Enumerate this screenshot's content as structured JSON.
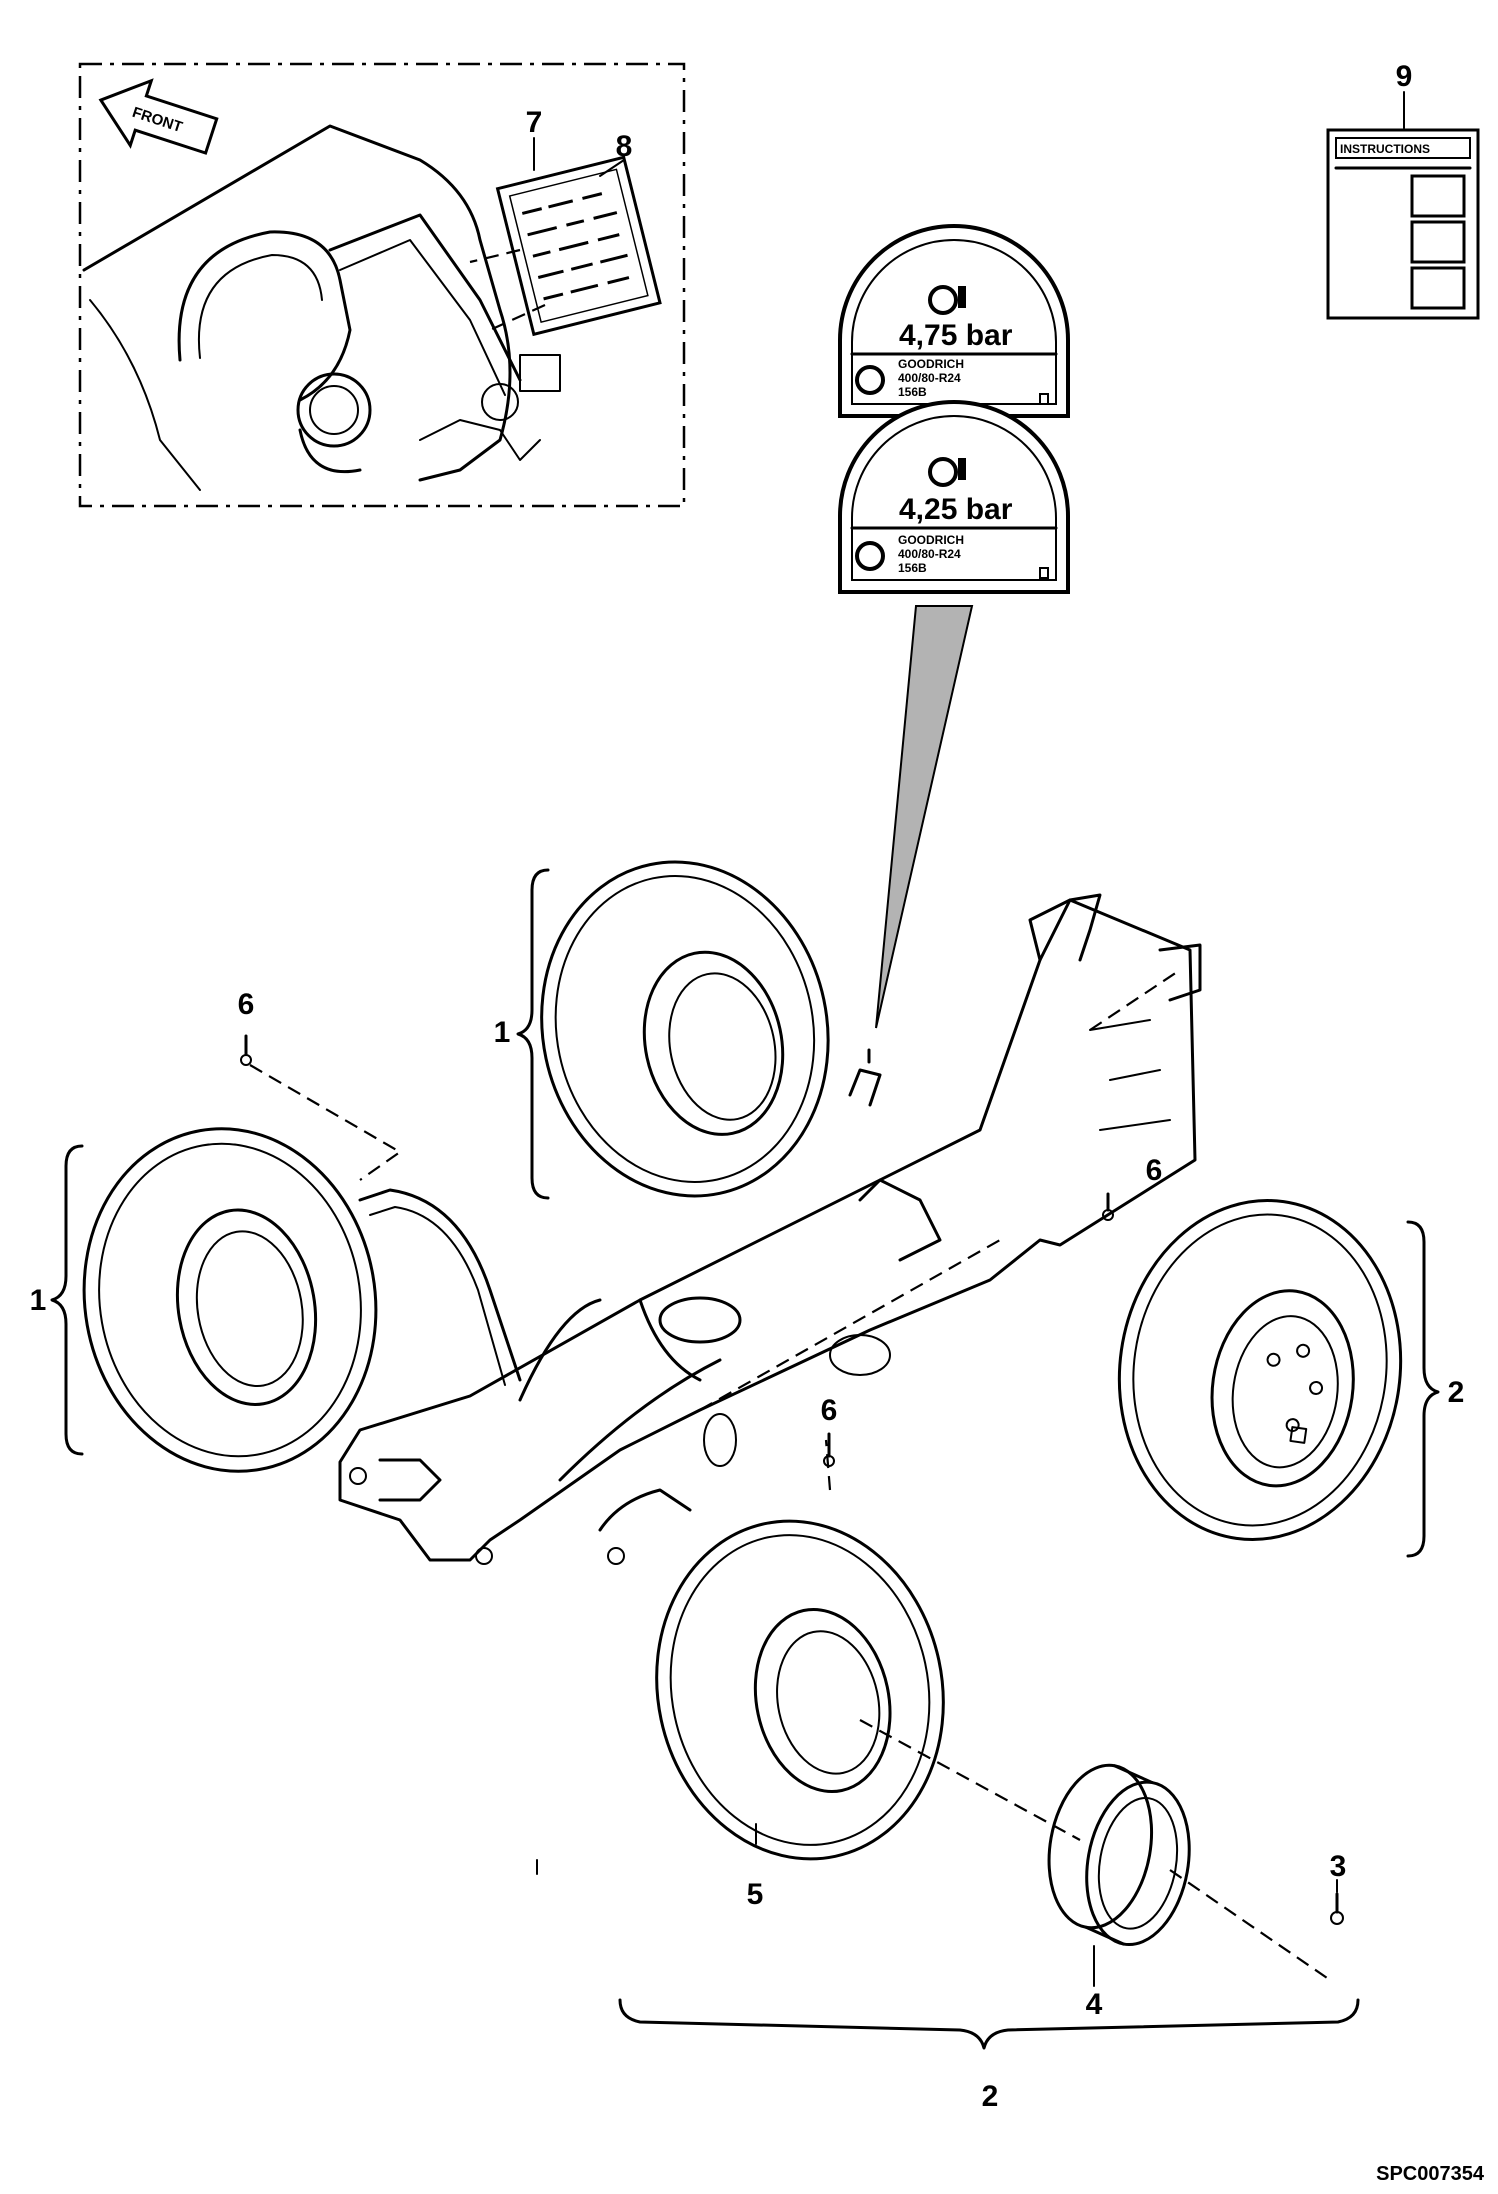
{
  "callouts": {
    "c1_upper": "1",
    "c1_left": "1",
    "c2_right": "2",
    "c2_bottom": "2",
    "c3": "3",
    "c4": "4",
    "c5": "5",
    "c6_top": "6",
    "c6_right": "6",
    "c6_mid": "6",
    "c7": "7",
    "c8": "8",
    "c9": "9"
  },
  "decals": {
    "front_arrow_text": "FRONT",
    "instructions_title": "INSTRUCTIONS",
    "tire_label_rear": {
      "pressure": "4,75 bar",
      "line1": "GOODRICH",
      "line2": "400/80-R24",
      "line3": "156B"
    },
    "tire_label_front": {
      "pressure": "4,25 bar",
      "line1": "GOODRICH",
      "line2": "400/80-R24",
      "line3": "156B"
    }
  },
  "reference_code": "SPC007354"
}
